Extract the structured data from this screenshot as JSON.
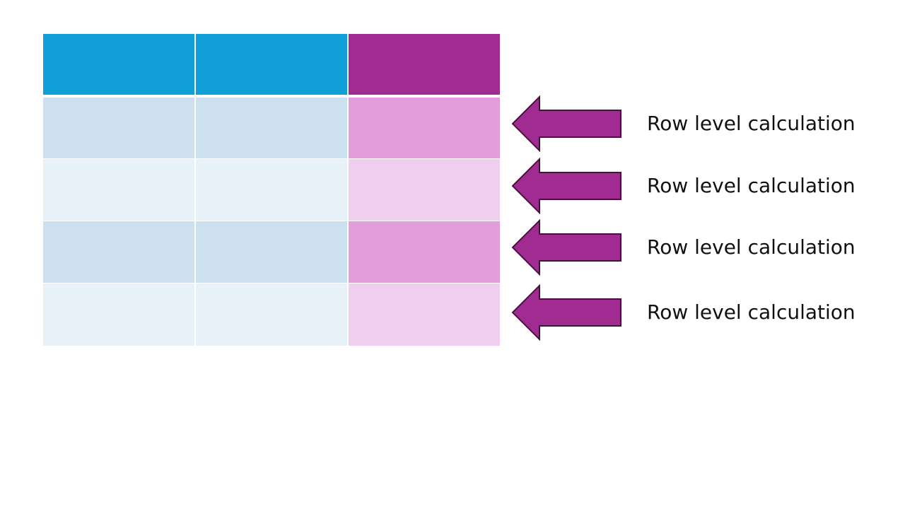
{
  "colors": {
    "header_blue": "#119fd7",
    "header_purple": "#a02c91",
    "body_blue_dark": "#cce0ee",
    "body_blue_light": "#e7f1f8",
    "body_purple_dark": "#e39ddc",
    "body_purple_light": "#f0ceed",
    "arrow_fill": "#a02c91",
    "arrow_stroke": "#4a0f3f"
  },
  "annotations": [
    {
      "label": "Row level calculation"
    },
    {
      "label": "Row level calculation"
    },
    {
      "label": "Row level calculation"
    },
    {
      "label": "Row level calculation"
    }
  ]
}
